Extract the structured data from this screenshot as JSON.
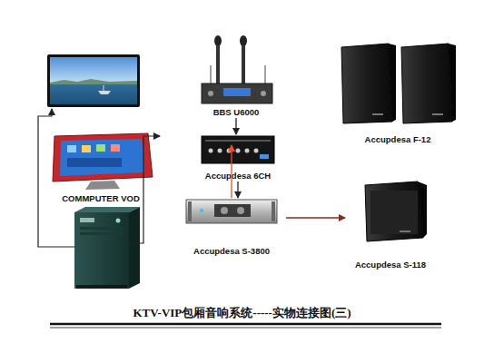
{
  "diagram": {
    "title": "KTV-VIP包厢音响系统-----实物连接图(三)",
    "nodes": [
      {
        "text": [
          "COMMPUTER VOD"
        ]
      },
      {
        "text": [
          "BBS U6000"
        ]
      },
      {
        "text": [
          "Accupdesa 6CH"
        ]
      },
      {
        "text": [
          "Accupdesa S-3800"
        ]
      },
      {
        "text": [
          "Accupdesa F-12"
        ]
      },
      {
        "text": [
          "Accupdesa S-118"
        ]
      }
    ],
    "edges": [
      {
        "from": 1,
        "to": 2,
        "arrow": "to"
      },
      {
        "from": 2,
        "to": 3,
        "arrow": "to"
      },
      {
        "from": 3,
        "to": 4,
        "arrow": "to"
      },
      {
        "from": 3,
        "to": 5,
        "arrow": "to"
      }
    ]
  }
}
